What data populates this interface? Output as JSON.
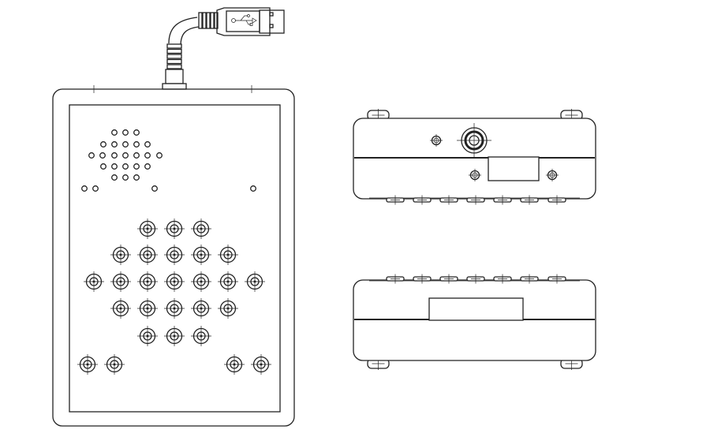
{
  "drawing": {
    "views": [
      "front-view",
      "side-view-top",
      "side-view-bottom"
    ],
    "colors": {
      "line": "#222222",
      "background": "#ffffff"
    },
    "icons": [
      "usb-plug-icon",
      "usb-symbol-icon"
    ]
  }
}
